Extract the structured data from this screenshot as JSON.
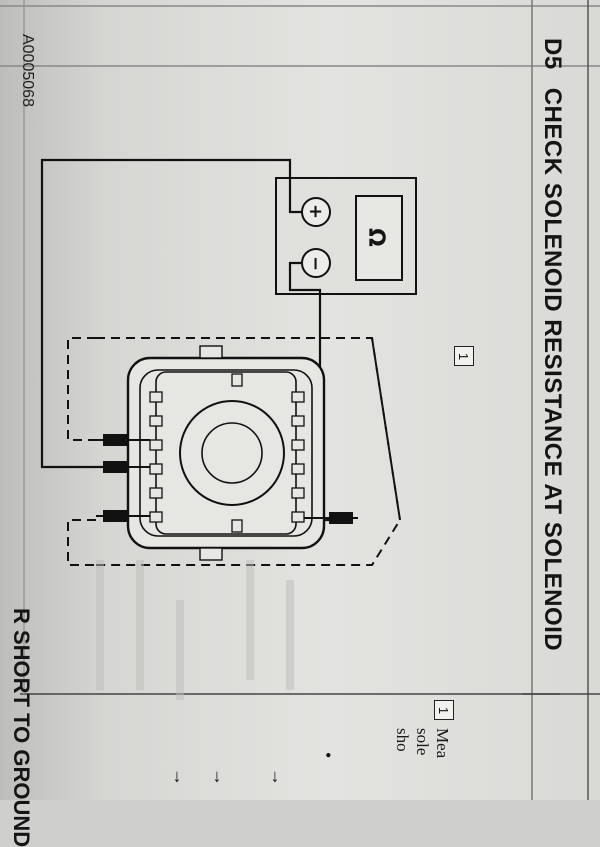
{
  "section": {
    "code": "D5",
    "title": "CHECK SOLENOID RESISTANCE AT SOLENOID"
  },
  "figure": {
    "code": "A0005068",
    "marker": "1",
    "meter": {
      "symbol": "Ω",
      "plus": "+",
      "minus": "−"
    }
  },
  "steps_panel": {
    "marker": "1",
    "lines": [
      "Mea",
      "sole",
      "sho"
    ],
    "bullet": "•",
    "arrows": [
      "→",
      "→",
      "→"
    ]
  },
  "footer_fragment": "R SHORT TO GROUND"
}
